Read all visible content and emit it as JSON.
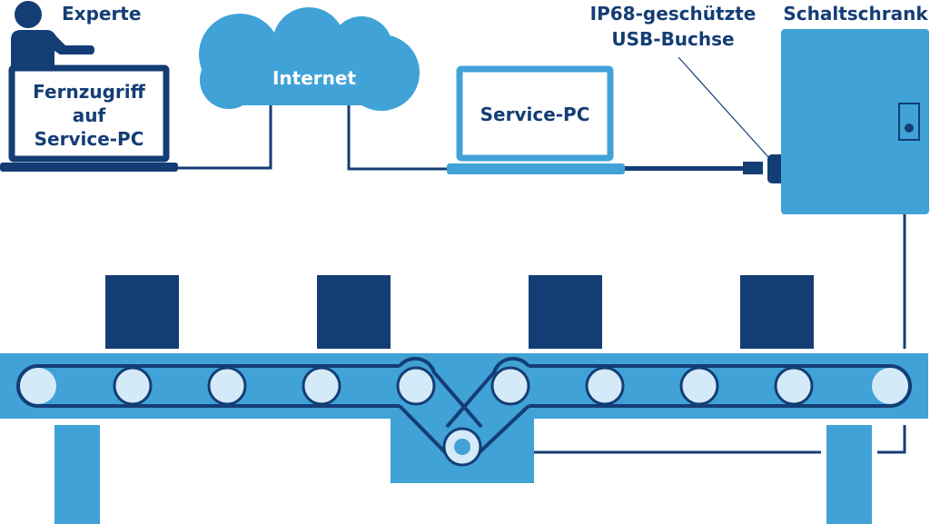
{
  "labels": {
    "expert": "Experte",
    "remote_line1": "Fernzugriff",
    "remote_line2": "auf",
    "remote_line3": "Service-PC",
    "internet": "Internet",
    "service_pc": "Service-PC",
    "usb_line1": "IP68-geschützte",
    "usb_line2": "USB-Buchse",
    "cabinet": "Schaltschrank"
  },
  "colors": {
    "dark_blue": "#143d75",
    "mid_blue": "#40a2d7",
    "light_blue": "#d5eaf8",
    "white": "#ffffff"
  },
  "conveyor": {
    "roller_count": 10,
    "box_count": 4
  }
}
